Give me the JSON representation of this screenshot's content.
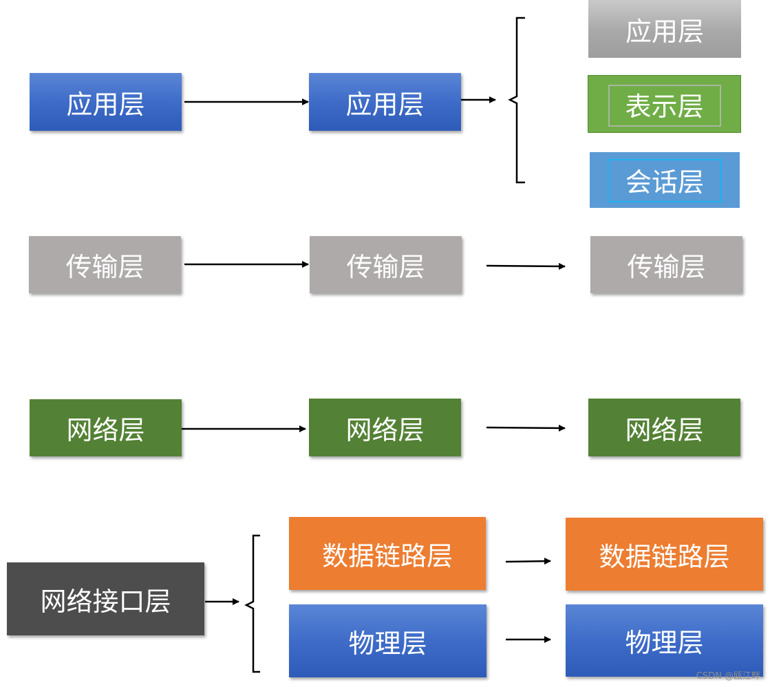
{
  "row_application": {
    "box1": "应用层",
    "box2": "应用层",
    "stack": [
      "应用层",
      "表示层",
      "会话层"
    ]
  },
  "row_transport": {
    "box1": "传输层",
    "box2": "传输层",
    "box3": "传输层"
  },
  "row_network": {
    "box1": "网络层",
    "box2": "网络层",
    "box3": "网络层"
  },
  "row_interface": {
    "box1": "网络接口层",
    "mid_top": "数据链路层",
    "mid_bottom": "物理层",
    "right_top": "数据链路层",
    "right_bottom": "物理层"
  },
  "watermark": "CSDN @瓯江畔",
  "colors": {
    "blue": "#3e6cc8",
    "gray": "#aeaaa9",
    "green": "#538135",
    "light_green": "#70ad47",
    "light_blue": "#5b9bd5",
    "orange": "#ed7d31",
    "dark": "#4d4d4d"
  }
}
